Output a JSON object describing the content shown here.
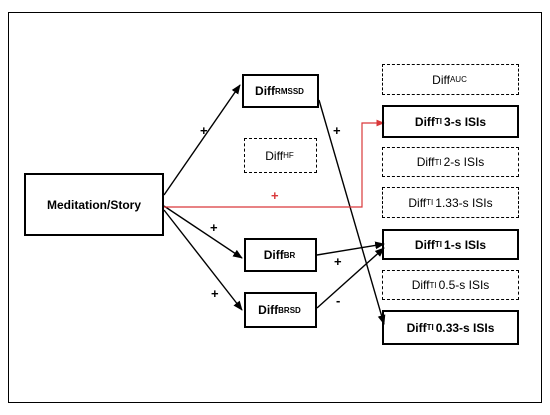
{
  "diagram": {
    "nodes": {
      "meditation": {
        "text": "Meditation/Story"
      },
      "rmssd": {
        "base": "Diff",
        "sub": "RMSSD",
        "suffix": ""
      },
      "hf": {
        "base": "Diff",
        "sub": "HF",
        "suffix": ""
      },
      "br": {
        "base": "Diff",
        "sub": "BR",
        "suffix": ""
      },
      "brsd": {
        "base": "Diff",
        "sub": "BRSD",
        "suffix": ""
      },
      "auc": {
        "base": "Diff",
        "sub": "AUC",
        "suffix": ""
      },
      "ti3": {
        "base": "Diff",
        "sub": "TI",
        "suffix": "3-s ISIs"
      },
      "ti2": {
        "base": "Diff",
        "sub": "TI",
        "suffix": "2-s ISIs"
      },
      "ti133": {
        "base": "Diff",
        "sub": "TI",
        "suffix": "1.33-s ISIs"
      },
      "ti1": {
        "base": "Diff",
        "sub": "TI",
        "suffix": "1-s ISIs"
      },
      "ti05": {
        "base": "Diff",
        "sub": "TI",
        "suffix": "0.5-s ISIs"
      },
      "ti033": {
        "base": "Diff",
        "sub": "TI",
        "suffix": "0.33-s ISIs"
      }
    },
    "signs": {
      "med_rmssd": "+",
      "rmssd_ti033": "+",
      "med_ti3": "+",
      "med_br": "+",
      "med_brsd": "+",
      "br_ti1": "+",
      "brsd_ti1": "-"
    },
    "colors": {
      "line": "#000000",
      "highlight": "#d9383a"
    }
  }
}
